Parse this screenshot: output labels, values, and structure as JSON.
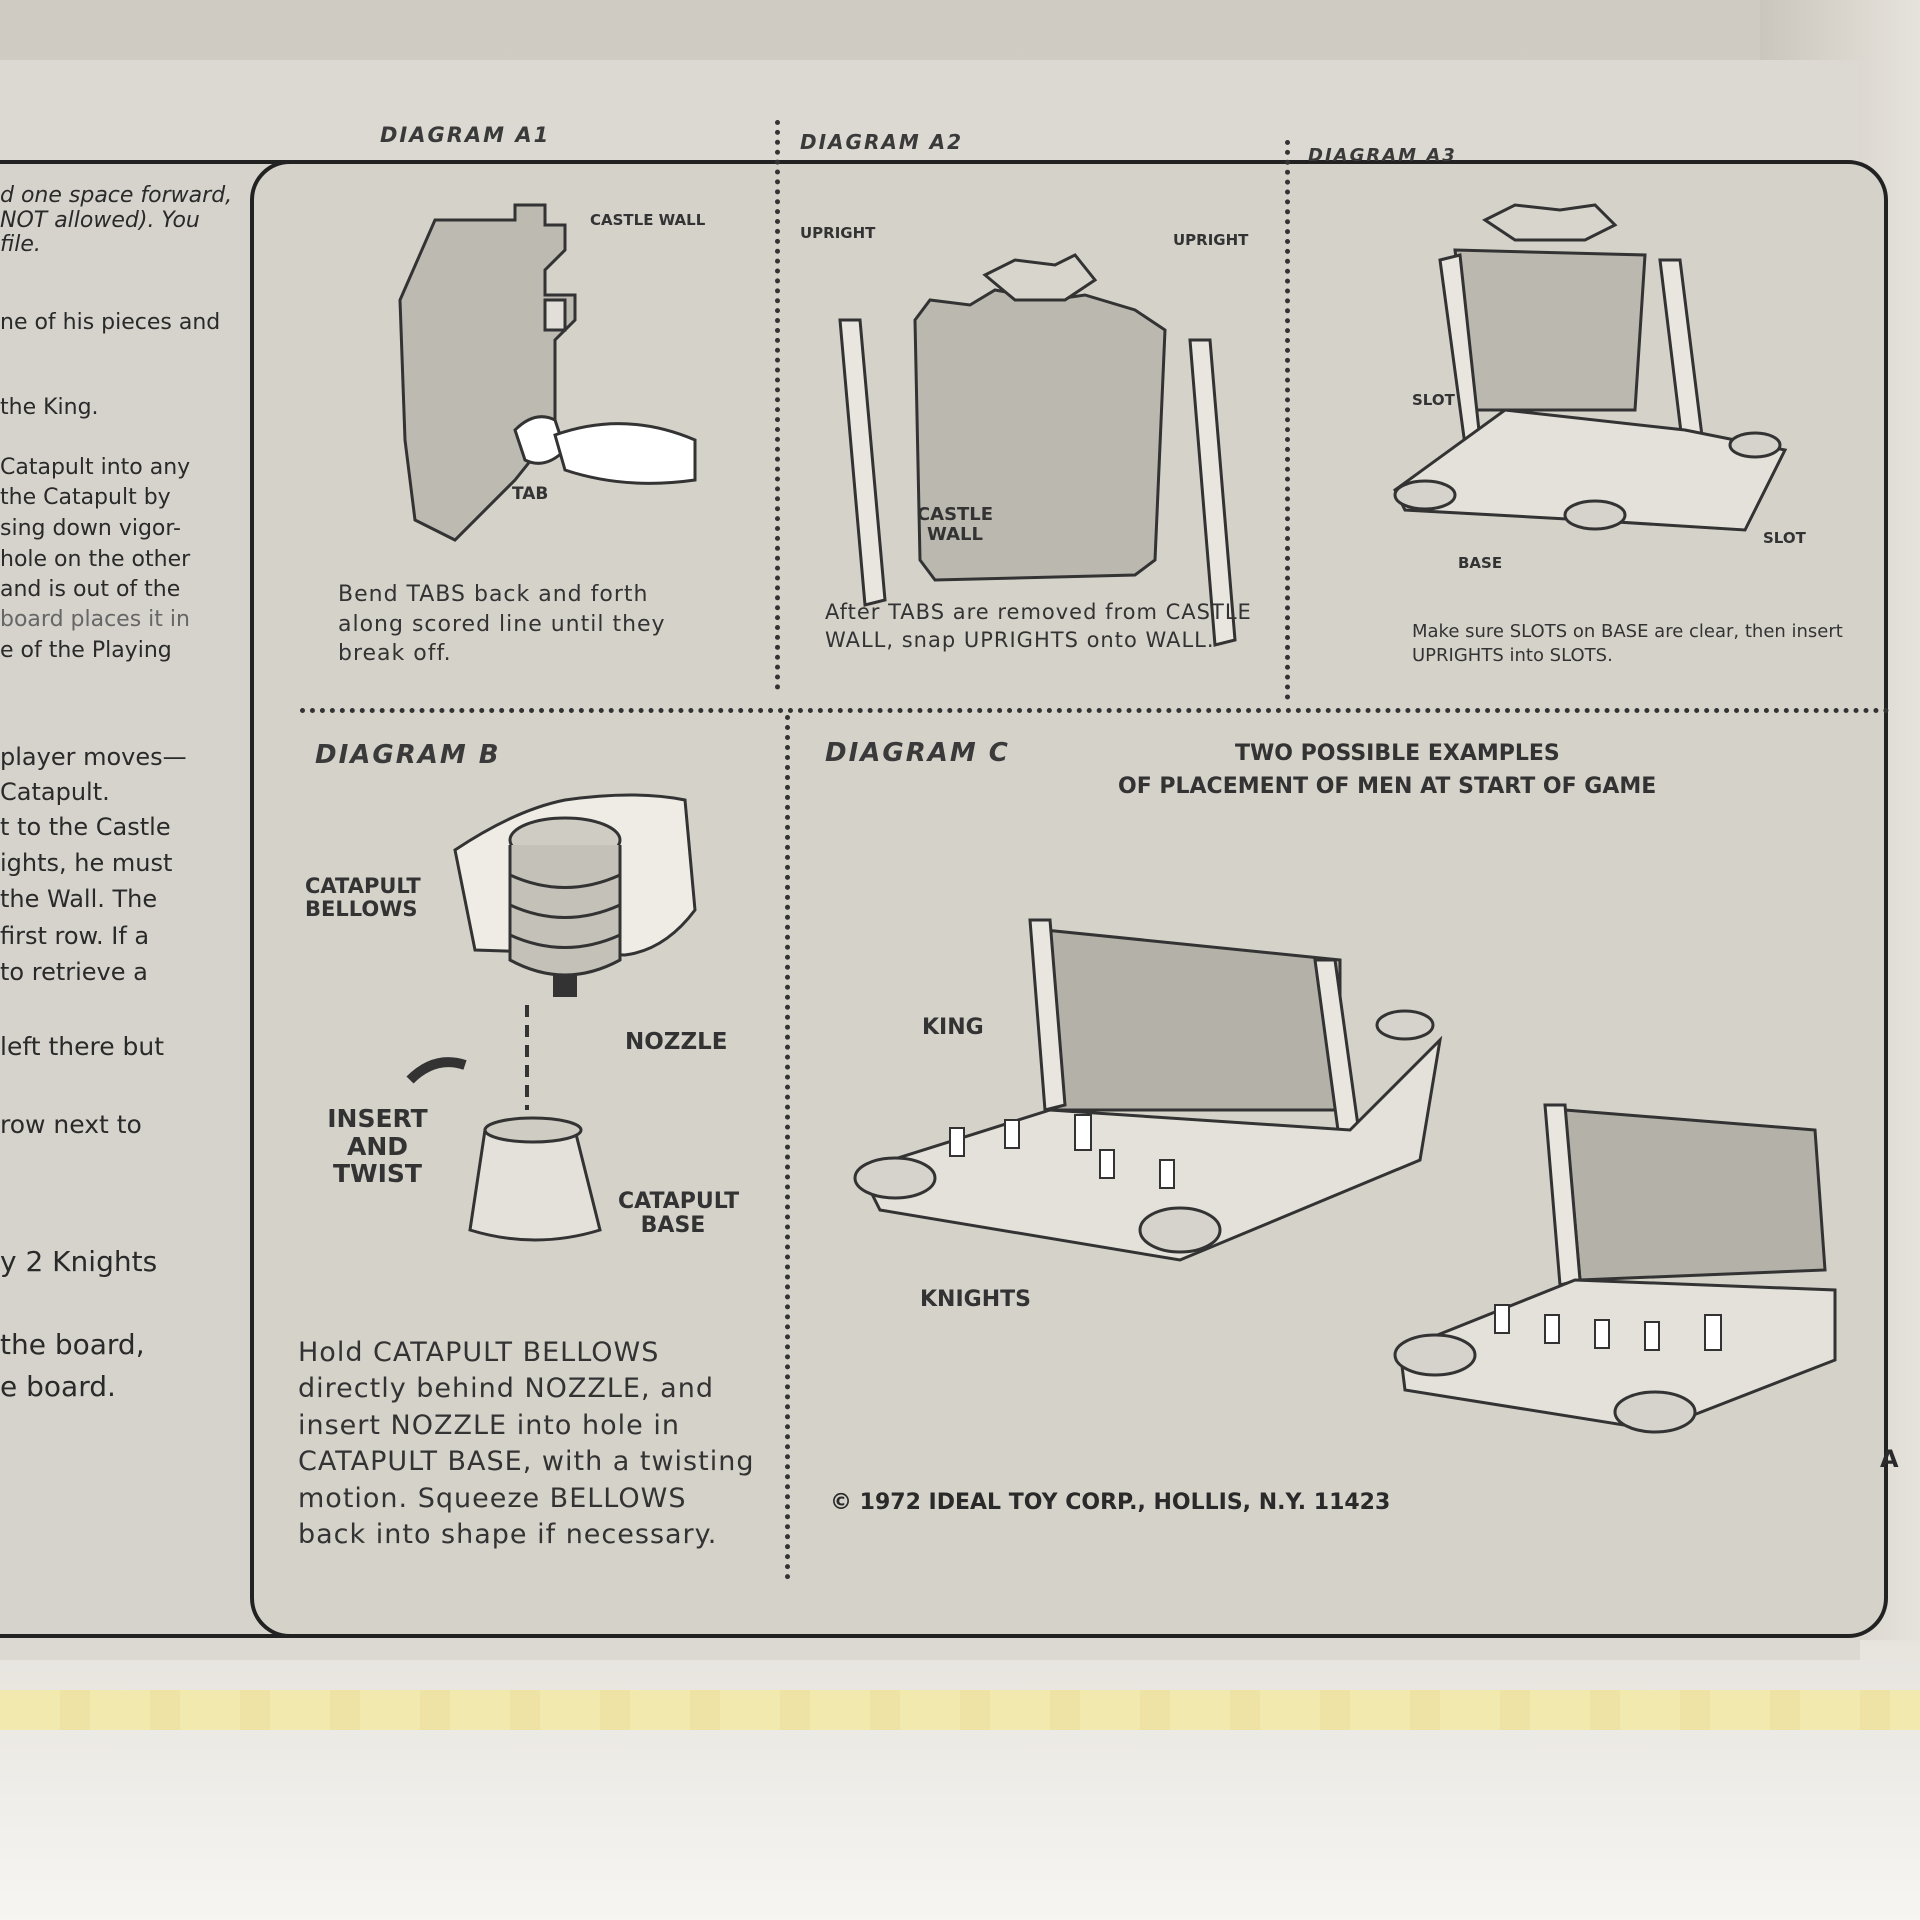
{
  "left_column": {
    "lines": [
      "d one space forward,",
      "NOT allowed). You",
      "file.",
      "ne of his pieces and",
      "the King.",
      "Catapult into any",
      "the Catapult by",
      "sing down vigor-",
      "hole on the other",
      "and is out of the",
      "board places it in",
      "e of the Playing",
      "player moves—",
      "Catapult.",
      "t to the Castle",
      "ights, he must",
      "the Wall. The",
      "first row. If a",
      "to retrieve a",
      "left there but",
      "row next to",
      "y 2 Knights",
      "the board,",
      "e board."
    ]
  },
  "diagram_a1": {
    "label": "DIAGRAM A1",
    "castle_wall": "CASTLE WALL",
    "tab": "TAB",
    "caption": "Bend TABS back and forth along scored line until they break off."
  },
  "diagram_a2": {
    "label": "DIAGRAM A2",
    "upright_left": "UPRIGHT",
    "upright_right": "UPRIGHT",
    "castle_wall": "CASTLE WALL",
    "caption": "After TABS are removed from CASTLE WALL, snap UPRIGHTS onto WALL."
  },
  "diagram_a3": {
    "label": "DIAGRAM A3",
    "slot_left": "SLOT",
    "slot_right": "SLOT",
    "base": "BASE",
    "caption": "Make sure SLOTS on BASE are clear, then insert UPRIGHTS into SLOTS."
  },
  "diagram_b": {
    "label": "DIAGRAM B",
    "catapult_bellows": "CATAPULT BELLOWS",
    "nozzle": "NOZZLE",
    "insert_and_twist": "INSERT AND TWIST",
    "catapult_base": "CATAPULT BASE",
    "caption": "Hold CATAPULT BELLOWS directly behind NOZZLE, and insert NOZZLE into hole in CATAPULT BASE, with a twisting motion. Squeeze BELLOWS back into shape if necessary."
  },
  "diagram_c": {
    "label": "DIAGRAM C",
    "heading_line1": "TWO POSSIBLE EXAMPLES",
    "heading_line2": "OF PLACEMENT OF MEN AT START OF GAME",
    "king": "KING",
    "knights": "KNIGHTS"
  },
  "footer": {
    "copyright": "© 1972 IDEAL TOY CORP., HOLLIS, N.Y. 11423",
    "page_letter": "A"
  }
}
